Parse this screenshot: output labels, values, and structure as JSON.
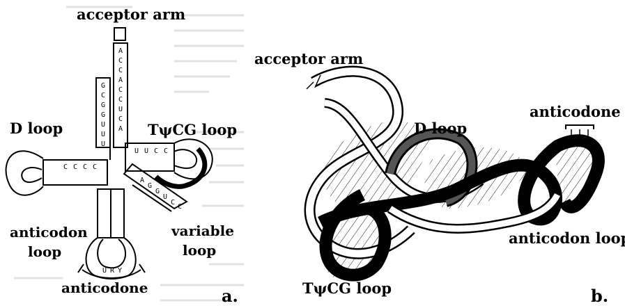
{
  "panel_a": {
    "panel_label": "a.",
    "labels": {
      "acceptor_arm": "acceptor arm",
      "d_loop": "D loop",
      "tpsicg_loop": "TψCG loop",
      "anticodon_loop_line1": "anticodon",
      "anticodon_loop_line2": "loop",
      "variable_loop_line1": "variable",
      "variable_loop_line2": "loop",
      "anticodone": "anticodone"
    },
    "bases": {
      "acceptor_stem": [
        "A",
        "C",
        "C",
        "A",
        "C",
        "C",
        "U",
        "C",
        "A"
      ],
      "acceptor_paired": [
        "G",
        "C",
        "G",
        "G",
        "U",
        "U",
        "U"
      ],
      "t_stem": [
        "U",
        "U",
        "C",
        "C"
      ],
      "d_stem": [
        "C",
        "C",
        "C",
        "C"
      ],
      "anticodon_loop": [
        "U",
        "R",
        "Y"
      ],
      "variable_loop": [
        "A",
        "G",
        "G",
        "U",
        "C",
        "C"
      ]
    }
  },
  "panel_b": {
    "panel_label": "b.",
    "labels": {
      "acceptor_arm": "acceptor arm",
      "d_loop": "D loop",
      "anticodone": "anticodone",
      "anticodon_loop": "anticodon loop",
      "tpsicg_loop": "TψCG loop"
    }
  }
}
